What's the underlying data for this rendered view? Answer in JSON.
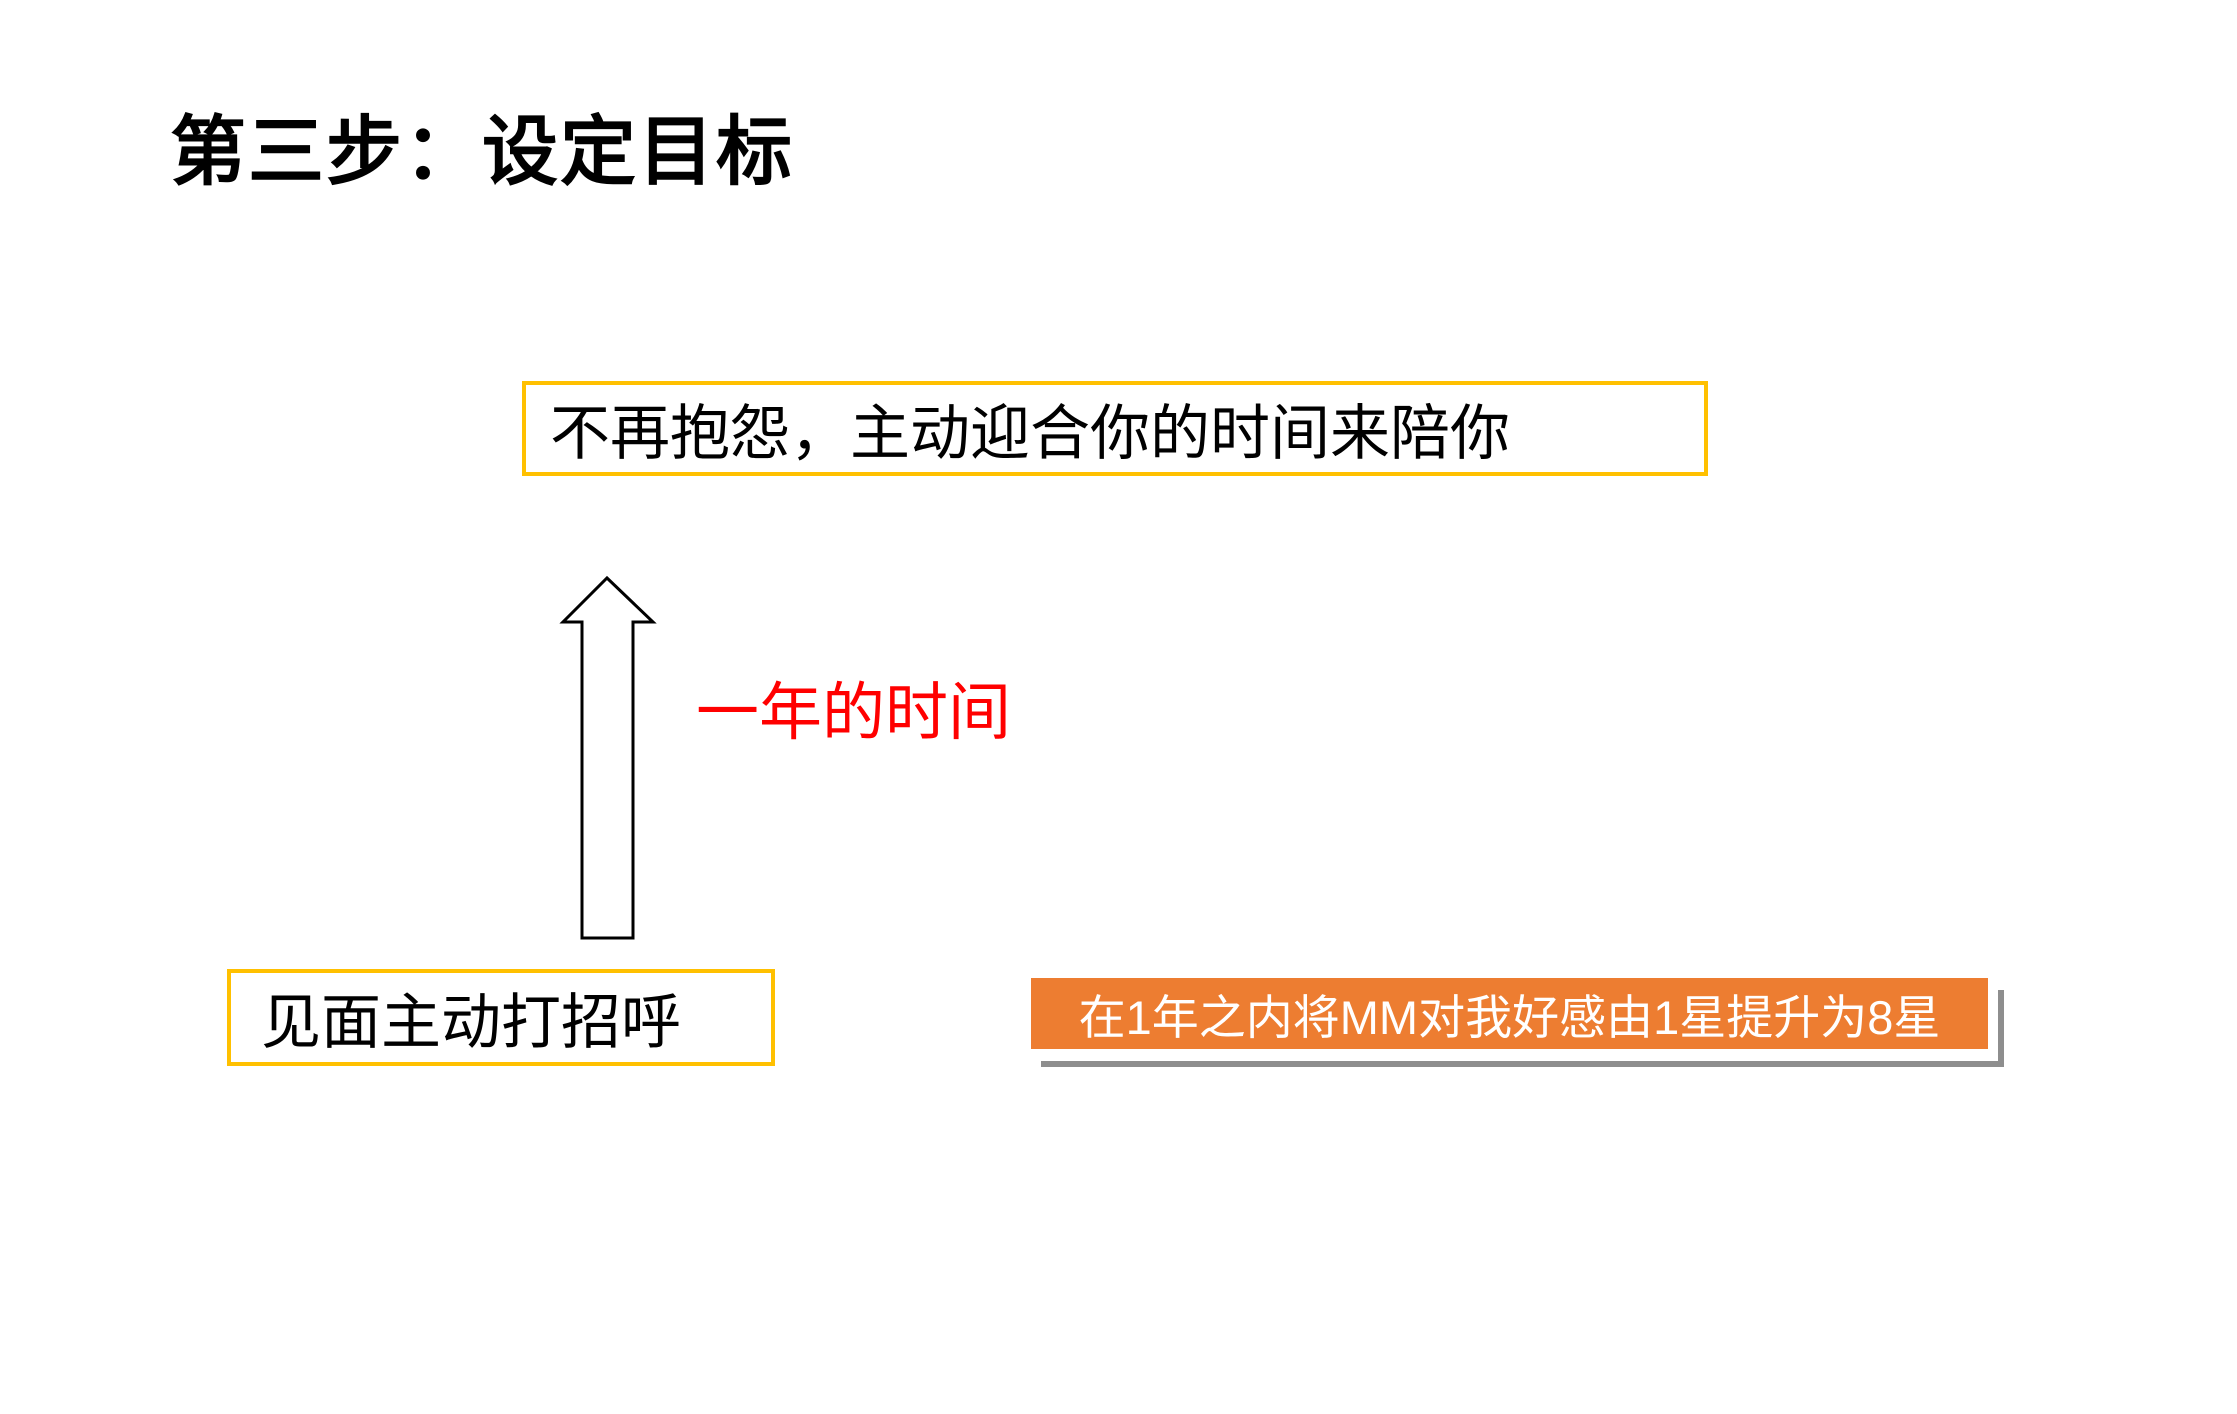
{
  "slide": {
    "title": "第三步：设定目标",
    "top_box": {
      "text": "不再抱怨，主动迎合你的时间来陪你"
    },
    "arrow": {
      "name": "up-block-arrow",
      "stroke_color": "#000000",
      "fill_color": "#ffffff"
    },
    "duration_label": {
      "text": "一年的时间",
      "color": "#ff0000"
    },
    "bottom_box": {
      "text": "见面主动打招呼"
    },
    "goal_box": {
      "text": "在1年之内将MM对我好感由1星提升为8星",
      "fill_color": "#ed7d31",
      "text_color": "#ffffff",
      "shadow_color": "#8e8e8e"
    },
    "accent_border_color": "#ffc000",
    "background_color": "#ffffff"
  }
}
